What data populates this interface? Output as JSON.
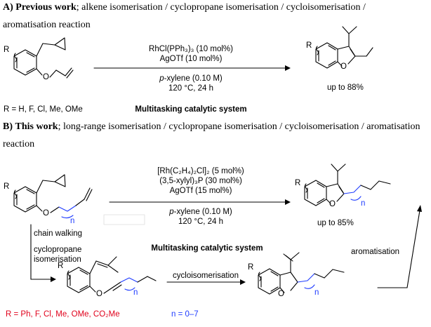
{
  "sectionA": {
    "label": "A)",
    "title": "Previous work",
    "desc_line1": "; alkene isomerisation / cyclopropane isomerisation / cycloisomerisation /",
    "desc_line2": "aromatisation reaction",
    "reagents": [
      "RhCl(PPh₃)₃ (10 mol%)",
      "AgOTf (10 mol%)"
    ],
    "conditions_solvent_italic": "p",
    "conditions_solvent_rest": "-xylene (0.10 M)",
    "conditions_temp": "120 °C, 24 h",
    "substituents": "R = H, F, Cl, Me, OMe",
    "system_label": "Multitasking catalytic system",
    "yield": "up to 88%",
    "R_start": "R",
    "O_start": "O",
    "R_product": "R",
    "O_product": "O"
  },
  "sectionB": {
    "label": "B)",
    "title": "This work",
    "desc_line1": "; long-range isomerisation / cyclopropane isomerisation / cycloisomerisation / aromatisation",
    "desc_line2": "reaction",
    "reagents": [
      "[Rh(C₂H₄)₂Cl]₂ (5 mol%)",
      "(3,5-xylyl)₃P (30 mol%)",
      "AgOTf (15 mol%)"
    ],
    "conditions_solvent_italic": "p",
    "conditions_solvent_rest": "-xylene (0.10 M)",
    "conditions_temp": "120 °C, 24 h",
    "yield": "up to 85%",
    "system_label": "Multitasking catalytic system",
    "chain_walking": "chain walking",
    "cyclopropane_line1": "cyclopropane",
    "cyclopropane_line2": "isomerisation",
    "cycloisomerisation": "cycloisomerisation",
    "aromatisation": "aromatisation",
    "substituents": "R = Ph, F, Cl, Me, OMe, CO₂Me",
    "n_range": "n = 0–7",
    "n": "n",
    "R": "R",
    "O": "O"
  },
  "colors": {
    "blue": "#1f3cff",
    "red": "#e0001b",
    "text": "#000000"
  }
}
